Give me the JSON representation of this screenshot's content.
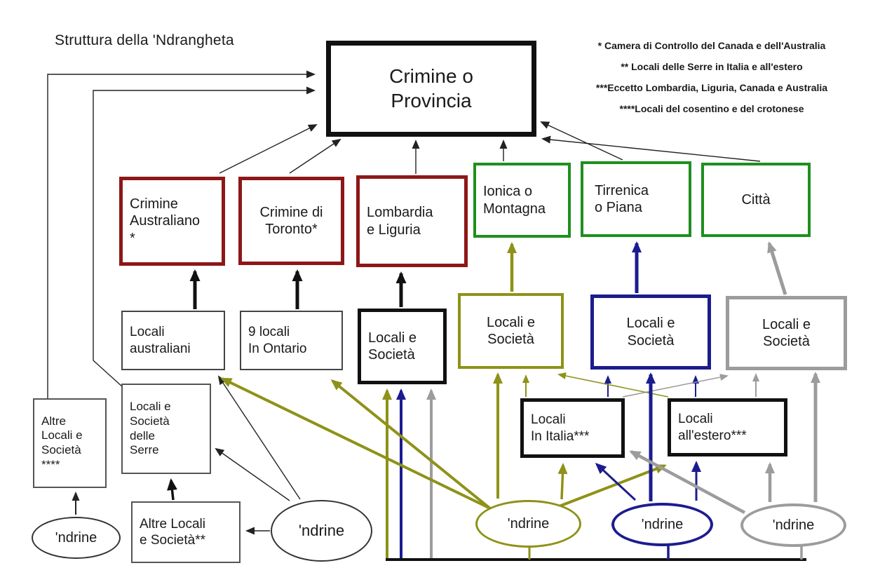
{
  "title": "Struttura della 'Ndrangheta",
  "footnotes": [
    "* Camera di Controllo del Canada e dell'Australia",
    "** Locali delle Serre in Italia e all'estero",
    "***Eccetto Lombardia, Liguria, Canada e Australia",
    "****Locali del cosentino e del crotonese"
  ],
  "colors": {
    "dark_red": "#8e1717",
    "green": "#1f8f1f",
    "olive": "#8e9218",
    "navy": "#1c1c8f",
    "gray": "#9c9c9c",
    "black": "#111111"
  },
  "nodes": {
    "crimine_provincia": {
      "label": "Crimine o\nProvincia"
    },
    "crimine_australiano": {
      "label": "Crimine\nAustraliano\n*"
    },
    "crimine_toronto": {
      "label": "Crimine di\nToronto*"
    },
    "lombardia_liguria": {
      "label": "Lombardia\ne Liguria"
    },
    "ionica_montagna": {
      "label": "Ionica o\nMontagna"
    },
    "tirrenica_piana": {
      "label": "Tirrenica\no Piana"
    },
    "citta": {
      "label": "Città"
    },
    "locali_australiani": {
      "label": "Locali\naustraliani"
    },
    "locali_ontario": {
      "label": "9 locali\nIn Ontario"
    },
    "locali_societa_centro": {
      "label": "Locali e\nSocietà"
    },
    "locali_societa_ionica": {
      "label": "Locali e\nSocietà"
    },
    "locali_societa_tirrenica": {
      "label": "Locali e\nSocietà"
    },
    "locali_societa_citta": {
      "label": "Locali e\nSocietà"
    },
    "locali_in_italia": {
      "label": "Locali\nIn Italia***"
    },
    "locali_estero": {
      "label": "Locali\nall'estero***"
    },
    "altre_locali_societa_4": {
      "label": "Altre\nLocali e\nSocietà\n****"
    },
    "locali_societa_serre": {
      "label": "Locali e\nSocietà\ndelle\nSerre"
    },
    "altre_locali_societa_2": {
      "label": "Altre Locali\ne Società**"
    },
    "ndrine_1": {
      "label": "'ndrine"
    },
    "ndrine_2": {
      "label": "'ndrine"
    },
    "ndrine_ionica": {
      "label": "'ndrine"
    },
    "ndrine_tirrenica": {
      "label": "'ndrine"
    },
    "ndrine_citta": {
      "label": "'ndrine"
    }
  }
}
